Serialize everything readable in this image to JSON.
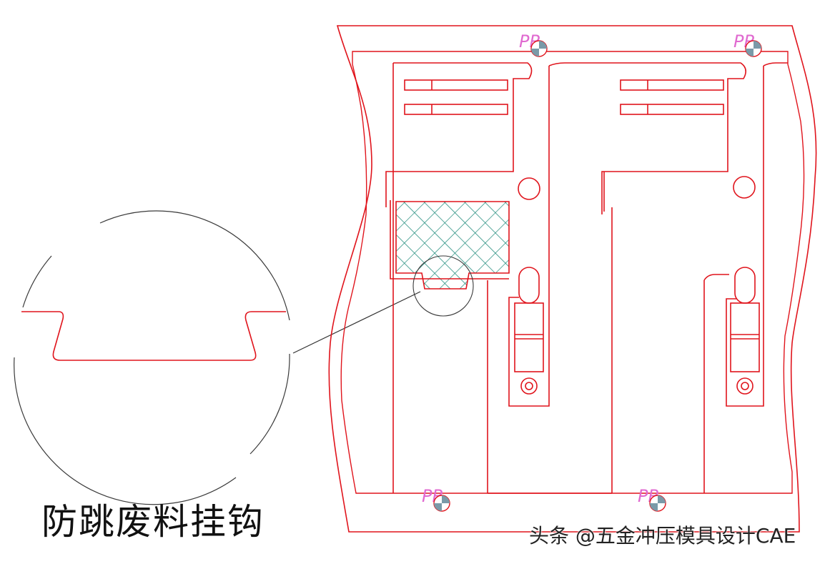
{
  "caption": "防跳废料挂钩",
  "watermark": "头条 @五金冲压模具设计CAE",
  "marker_label": "PR",
  "colors": {
    "outline": "#e0141c",
    "hatch": "#1e8a7a",
    "callout": "#333333",
    "marker_text": "#e06ad0",
    "marker_fill": "#7a9aa8"
  }
}
